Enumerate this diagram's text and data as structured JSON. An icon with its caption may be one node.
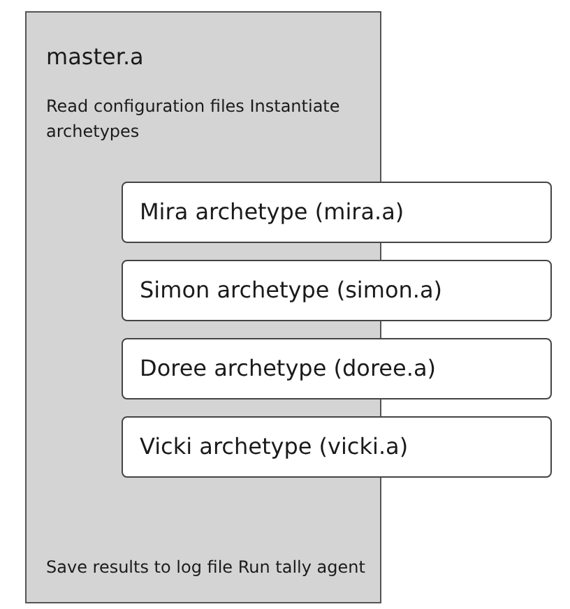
{
  "diagram": {
    "nodes": [
      {
        "text": [
          "master.a",
          "Read configuration files Instantiate archetypes",
          "Save results to log file Run tally agent"
        ]
      },
      {
        "text": [
          "Mira archetype (mira.a)"
        ]
      },
      {
        "text": [
          "Simon archetype (simon.a)"
        ]
      },
      {
        "text": [
          "Doree archetype (doree.a)"
        ]
      },
      {
        "text": [
          "Vicki archetype (vicki.a)"
        ]
      }
    ]
  }
}
